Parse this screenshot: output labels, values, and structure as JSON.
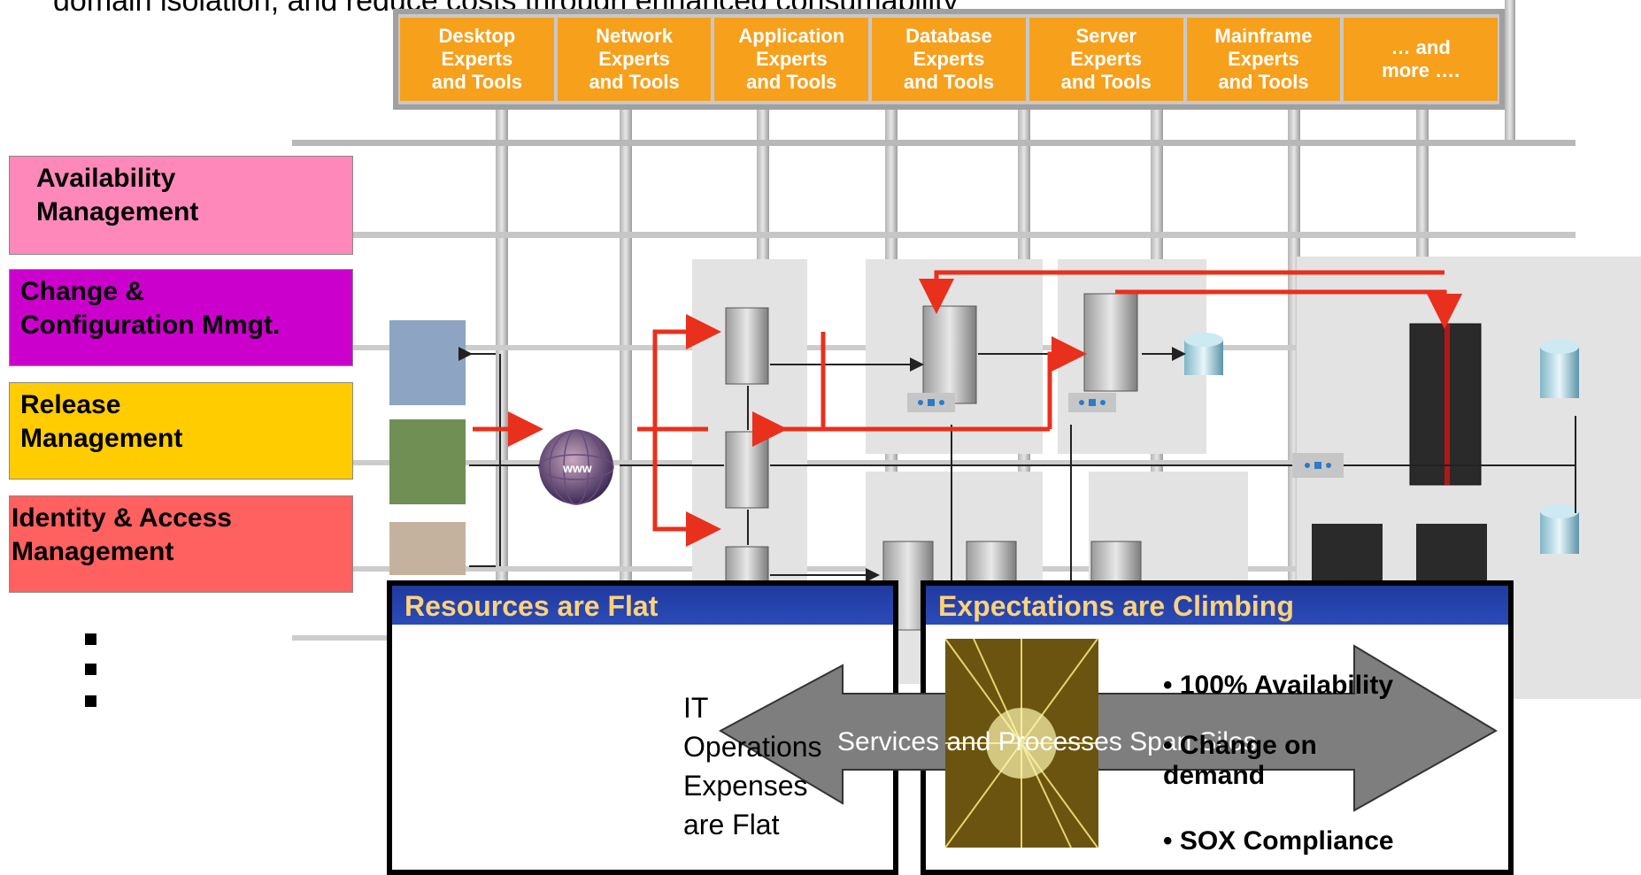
{
  "top_text": "domain isolation, and reduce costs through enhanced consumability",
  "experts": [
    "Desktop\nExperts\nand Tools",
    "Network\nExperts\nand Tools",
    "Application\nExperts\nand Tools",
    "Database\nExperts\nand Tools",
    "Server\nExperts\nand Tools",
    "Mainframe\nExperts\nand Tools",
    "… and\nmore …."
  ],
  "management": [
    {
      "label": "Availability\nManagement",
      "color": "#ff88bb"
    },
    {
      "label": "Change &\nConfiguration Mmgt.",
      "color": "#cc00cc"
    },
    {
      "label": "Release\nManagement",
      "color": "#ffcc00"
    },
    {
      "label": "Identity & Access\nManagement",
      "color": "#ff6060"
    }
  ],
  "panels": {
    "left_title": "Resources are Flat",
    "right_title": "Expectations are Climbing",
    "it_ops": "IT\nOperations\nExpenses\nare Flat",
    "arrow_text": "Services and Processes Span Silos",
    "bullets": [
      "• 100% Availability",
      "• Change on\ndemand",
      "• SOX Compliance"
    ]
  },
  "globe_label": "www",
  "colors": {
    "expert_orange": "#f7a01c",
    "accent_red": "#e8301c",
    "panel_blue": "#2b4bb8"
  }
}
